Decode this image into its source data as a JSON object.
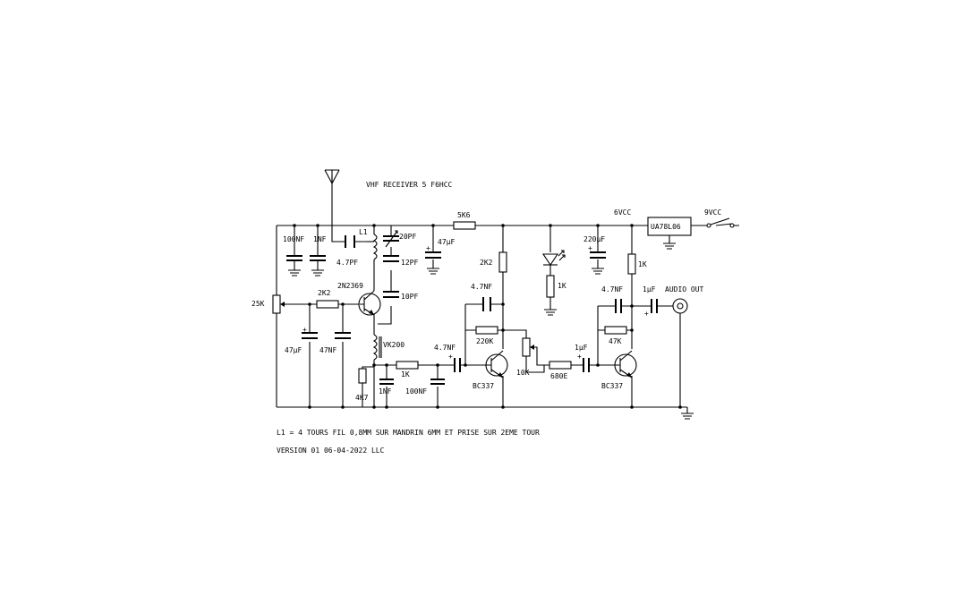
{
  "title": "VHF RECEIVER 5 F6HCC",
  "notes": {
    "coil": "L1 = 4 TOURS FIL 0,8MM SUR MANDRIN 6MM ET PRISE SUR 2EME TOUR",
    "version": "VERSION 01 06-04-2022 LLC"
  },
  "labels": {
    "c100nf_top": "100NF",
    "c1nf_top": "1NF",
    "l1": "L1",
    "c47pf": "4.7PF",
    "c20pf": "20PF",
    "c12pf": "12PF",
    "c10pf": "10PF",
    "c47uf_top": "47µF",
    "r5k6": "5K6",
    "r2k2_col": "2K2",
    "c220uf": "220µF",
    "r1k_led": "1K",
    "vcc6": "6VCC",
    "vcc9": "9VCC",
    "regulator": "UA78L06",
    "r1k_out": "1K",
    "q1": "2N2369",
    "r2k2_base": "2K2",
    "pot25k": "25K",
    "c47uf_bot": "47µF",
    "c47nf_bot": "47NF",
    "vk200": "VK200",
    "r1k_mid": "1K",
    "r4k7": "4K7",
    "c1nf_bot": "1NF",
    "c100nf_bot": "100NF",
    "c4n7_in": "4.7NF",
    "c4n7_fb1": "4.7NF",
    "r220k": "220K",
    "q2": "BC337",
    "pot10k": "10K",
    "r680": "680E",
    "c1uf_mid": "1µF",
    "c4n7_fb2": "4.7NF",
    "r47k": "47K",
    "q3": "BC337",
    "c1uf_out": "1µF",
    "audio_out": "AUDIO OUT",
    "plus": "+"
  }
}
